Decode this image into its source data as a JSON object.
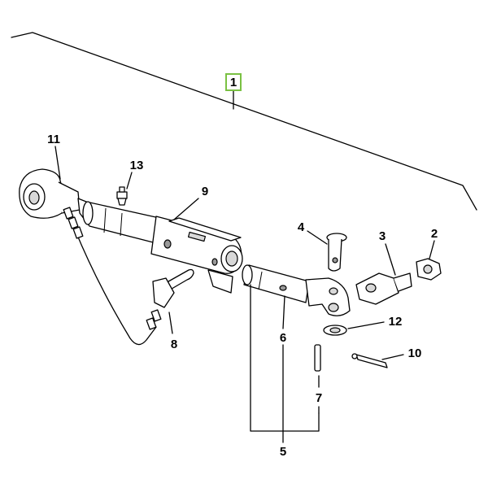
{
  "diagram": {
    "highlight_color": "#7ac143",
    "callouts": {
      "c1": "1",
      "c2": "2",
      "c3": "3",
      "c4": "4",
      "c5": "5",
      "c6": "6",
      "c7": "7",
      "c8": "8",
      "c9": "9",
      "c10": "10",
      "c11": "11",
      "c12": "12",
      "c13": "13"
    }
  }
}
